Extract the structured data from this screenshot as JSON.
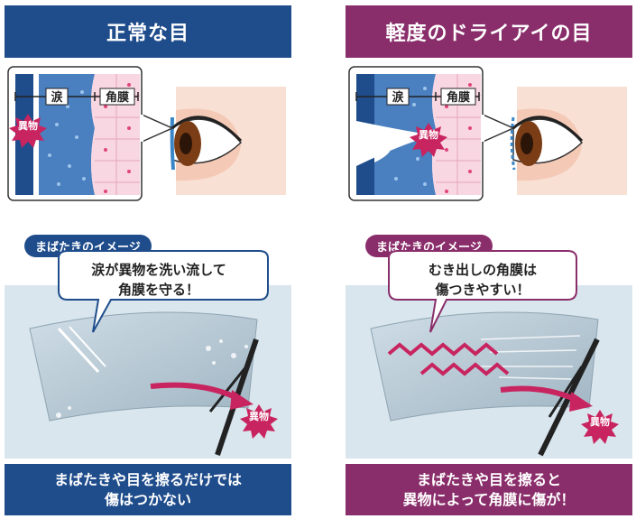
{
  "left": {
    "header": "正常な目",
    "labels": {
      "tears": "涙",
      "cornea": "角膜",
      "foreign_body": "異物"
    },
    "tag": "まばたきのイメージ",
    "bubble_line1": "涙が異物を洗い流して",
    "bubble_line2": "角膜を守る！",
    "footer_line1": "まばたきや目を擦るだけでは",
    "footer_line2": "傷はつかない"
  },
  "right": {
    "header": "軽度のドライアイの目",
    "labels": {
      "tears": "涙",
      "cornea": "角膜",
      "foreign_body": "異物"
    },
    "tag": "まばたきのイメージ",
    "bubble_line1": "むき出しの角膜は",
    "bubble_line2": "傷つきやすい！",
    "footer_line1": "まばたきや目を擦ると",
    "footer_line2": "異物によって角膜に傷が！"
  },
  "colors": {
    "blue": "#1f4d8c",
    "purple": "#8a2e6b",
    "arrow": "#c8245f"
  }
}
